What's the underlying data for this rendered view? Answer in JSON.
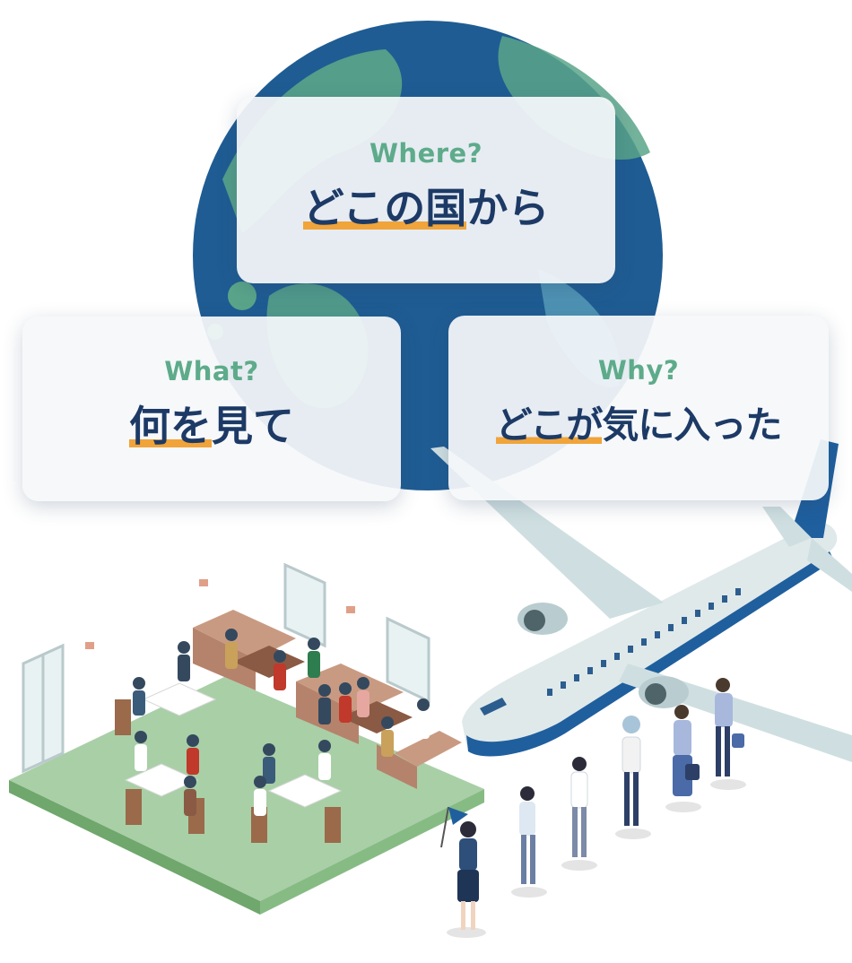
{
  "cards": {
    "where": {
      "en": "Where?",
      "jp_highlight": "どこの国",
      "jp_rest": "から"
    },
    "what": {
      "en": "What?",
      "jp_highlight": "何を",
      "jp_rest": "見て"
    },
    "why": {
      "en": "Why?",
      "jp_highlight": "どこが",
      "jp_rest": "気に入った"
    }
  },
  "colors": {
    "globe_ocean": "#1f5c93",
    "globe_land": "#5aa58a",
    "english_text": "#5dab8a",
    "japanese_text": "#1d3a66",
    "highlight": "#f0a43a",
    "floor": "#a9cfa7",
    "plane_body": "#dfe9ea",
    "plane_stripe": "#1f5f9e"
  },
  "icons": [
    "globe-illustration",
    "airplane-illustration",
    "restaurant-illustration",
    "tourists-illustration",
    "tour-flag-icon"
  ]
}
